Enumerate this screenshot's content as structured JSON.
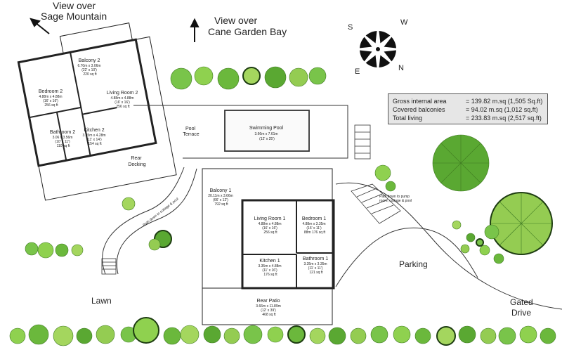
{
  "views": {
    "sage": [
      "View over",
      "Sage Mountain"
    ],
    "cane": [
      "View over",
      "Cane Garden Bay"
    ]
  },
  "compass": {
    "n": "N",
    "s": "S",
    "e": "E",
    "w": "W"
  },
  "area_summary": [
    {
      "label": "Gross internal area",
      "value": "= 139.82 m.sq (1,505 Sq.ft)"
    },
    {
      "label": "Covered balconies",
      "value": "= 94.02 m.sq (1,012 sq.ft)"
    },
    {
      "label": "Total living",
      "value": "= 233.83 m.sq (2,517 sq.ft)"
    }
  ],
  "rooms": {
    "balcony2": [
      "Balcony 2",
      "6.70m x 3.06m",
      "(22' x 10')",
      "220 sq ft"
    ],
    "bedroom2": [
      "Bedroom 2",
      "4.88m x 4.88m",
      "(16' x 16')",
      "256 sq ft"
    ],
    "living2": [
      "Living Room 2",
      "4.88m x 4.88m",
      "(16' x 16')",
      "256 sq ft"
    ],
    "bathroom2": [
      "Bathroom 2",
      "3.06 x 3.56m",
      "(10' x 11')",
      "110 sq ft"
    ],
    "kitchen2": [
      "Kitchen 2",
      "3.35m x 4.28m",
      "(11' x 14')",
      "154 sq ft"
    ],
    "pool": [
      "Swimming Pool",
      "3.66m x 7.61m",
      "(12' x 25')"
    ],
    "balcony1": [
      "Balcony 1",
      "20.11m x 3.66m",
      "(66' x 12')",
      "792 sq ft"
    ],
    "living1": [
      "Living Room 1",
      "4.88m x 4.88m",
      "(16' x 16')",
      "256 sq ft"
    ],
    "bedroom1": [
      "Bedroom 1",
      "4.88m x 3.35m",
      "(16' x 11')",
      "88m 176 sq ft"
    ],
    "kitchen1": [
      "Kitchen 1",
      "3.35m x 4.88m",
      "(11' x 16')",
      "176 sq ft"
    ],
    "bathroom1": [
      "Bathroom 1",
      "3.35m x 3.35m",
      "(11' x 11')",
      "121 sq ft"
    ],
    "rear_patio": [
      "Rear Patio",
      "3.66m x 11.89m",
      "(12' x 39')",
      "468 sq ft"
    ]
  },
  "labels": {
    "pool_terrace": [
      "Pool",
      "Terrace"
    ],
    "rear_decking": [
      "Rear",
      "Decking"
    ],
    "path_cottage": "Path down to cottage & pool",
    "path_pump": [
      "Path down to pump",
      "room, cottage & pool"
    ],
    "parking": "Parking",
    "lawn": "Lawn",
    "gated": [
      "Gated",
      "Drive"
    ]
  }
}
